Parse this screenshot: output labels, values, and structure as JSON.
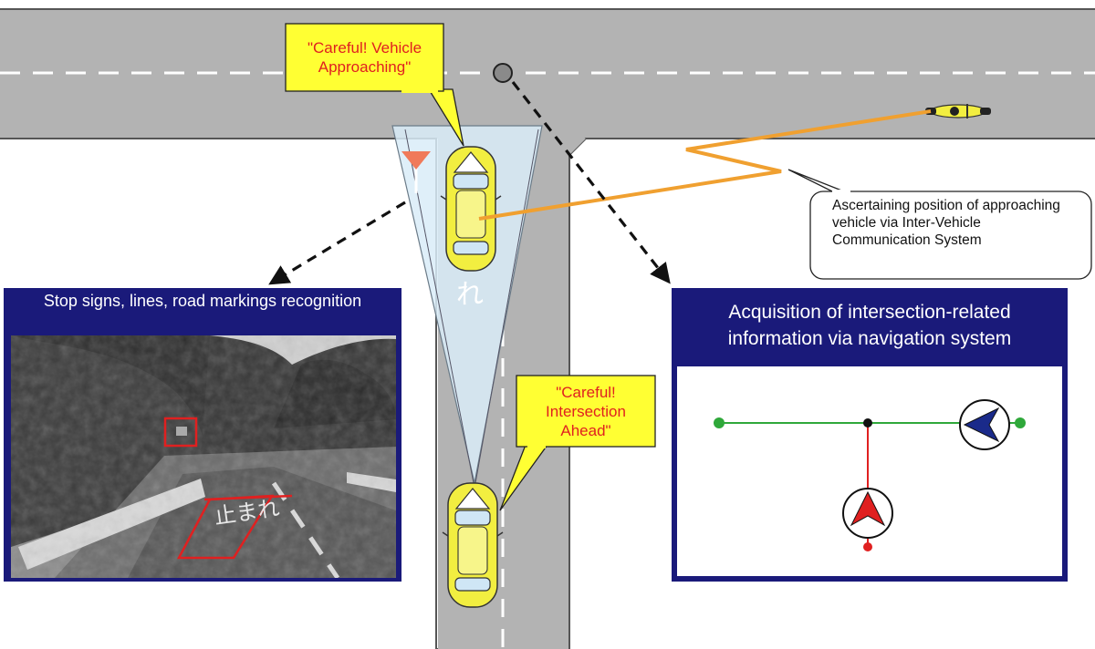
{
  "callouts": {
    "vehicle_approaching": "\"Careful! Vehicle Approaching\"",
    "intersection_ahead": "\"Careful! Intersection Ahead\""
  },
  "inter_vehicle_note": "Ascertaining position of approaching vehicle via Inter-Vehicle Communication System",
  "camera_panel": {
    "title": "Stop signs, lines, road markings recognition",
    "road_marking_text": "止まれ"
  },
  "navigation_panel": {
    "title": "Acquisition of intersection-related information via navigation system"
  },
  "road_marking_partial": "れ",
  "colors": {
    "road": "#b3b3b3",
    "panel_header": "#1a1a7a",
    "callout_fill": "#ffff33",
    "callout_text": "#e02020",
    "signal_line": "#f0a030",
    "nav_route": "#2fa83a",
    "nav_red": "#e02020",
    "car_body": "#f2ee40"
  },
  "icons": [
    "yield-sign-icon",
    "motorcycle-icon",
    "car-icon",
    "navigation-arrow-icon",
    "gps-node-icon"
  ]
}
